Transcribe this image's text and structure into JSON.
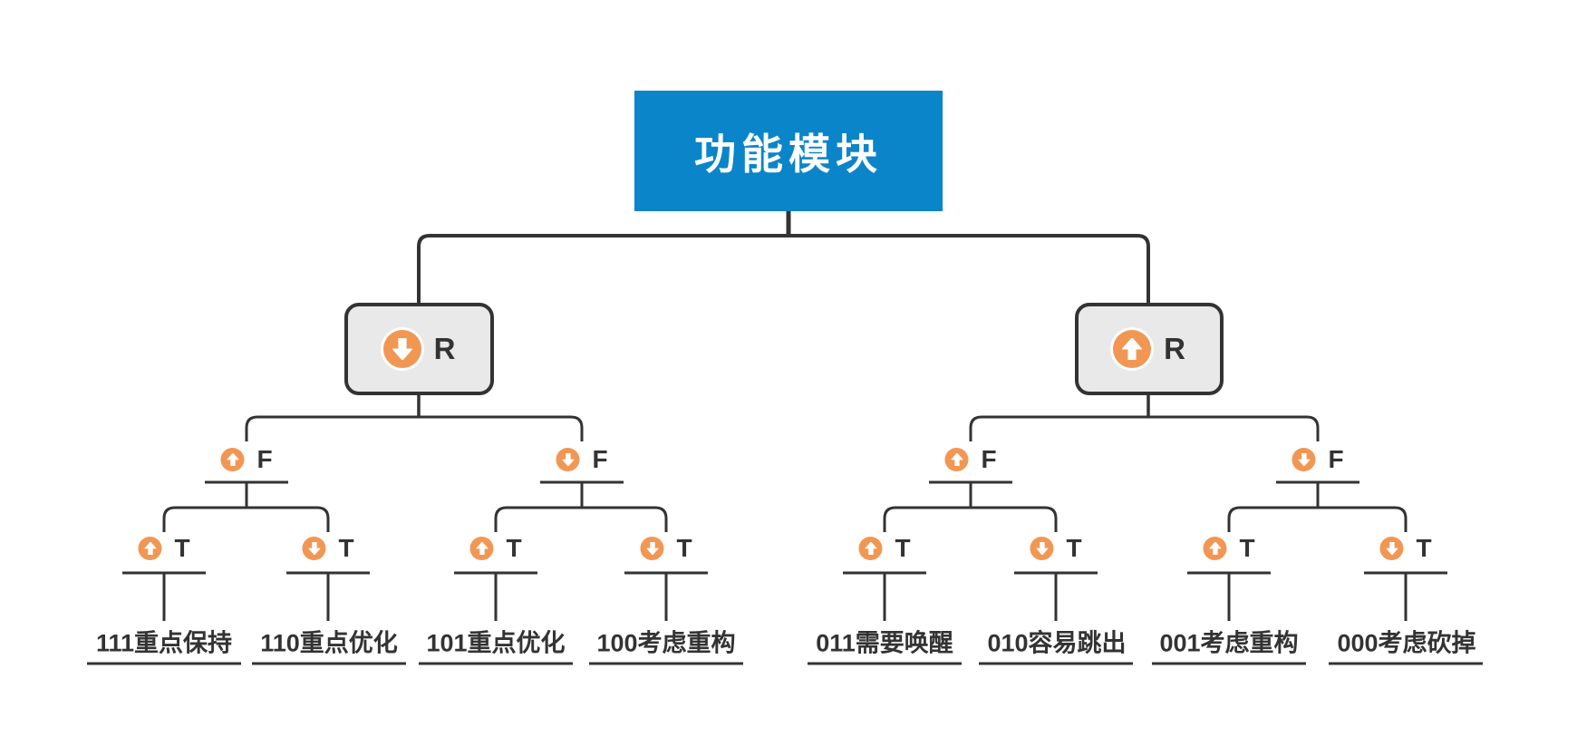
{
  "colors": {
    "accent_blue": "#0a85c9",
    "accent_orange": "#f29753",
    "line_dark": "#333333",
    "node_gray": "#e9e9e9",
    "root_text": "#ffffff"
  },
  "tree": {
    "root": {
      "label": "功能模块"
    },
    "r_nodes": [
      {
        "label": "R",
        "arrow": "down"
      },
      {
        "label": "R",
        "arrow": "up"
      }
    ],
    "f_nodes": [
      {
        "label": "F",
        "arrow": "up"
      },
      {
        "label": "F",
        "arrow": "down"
      },
      {
        "label": "F",
        "arrow": "up"
      },
      {
        "label": "F",
        "arrow": "down"
      }
    ],
    "t_nodes": [
      {
        "label": "T",
        "arrow": "up"
      },
      {
        "label": "T",
        "arrow": "down"
      },
      {
        "label": "T",
        "arrow": "up"
      },
      {
        "label": "T",
        "arrow": "down"
      },
      {
        "label": "T",
        "arrow": "up"
      },
      {
        "label": "T",
        "arrow": "down"
      },
      {
        "label": "T",
        "arrow": "up"
      },
      {
        "label": "T",
        "arrow": "down"
      }
    ],
    "leaves": [
      {
        "label": "111重点保持"
      },
      {
        "label": "110重点优化"
      },
      {
        "label": "101重点优化"
      },
      {
        "label": "100考虑重构"
      },
      {
        "label": "011需要唤醒"
      },
      {
        "label": "010容易跳出"
      },
      {
        "label": "001考虑重构"
      },
      {
        "label": "000考虑砍掉"
      }
    ]
  }
}
